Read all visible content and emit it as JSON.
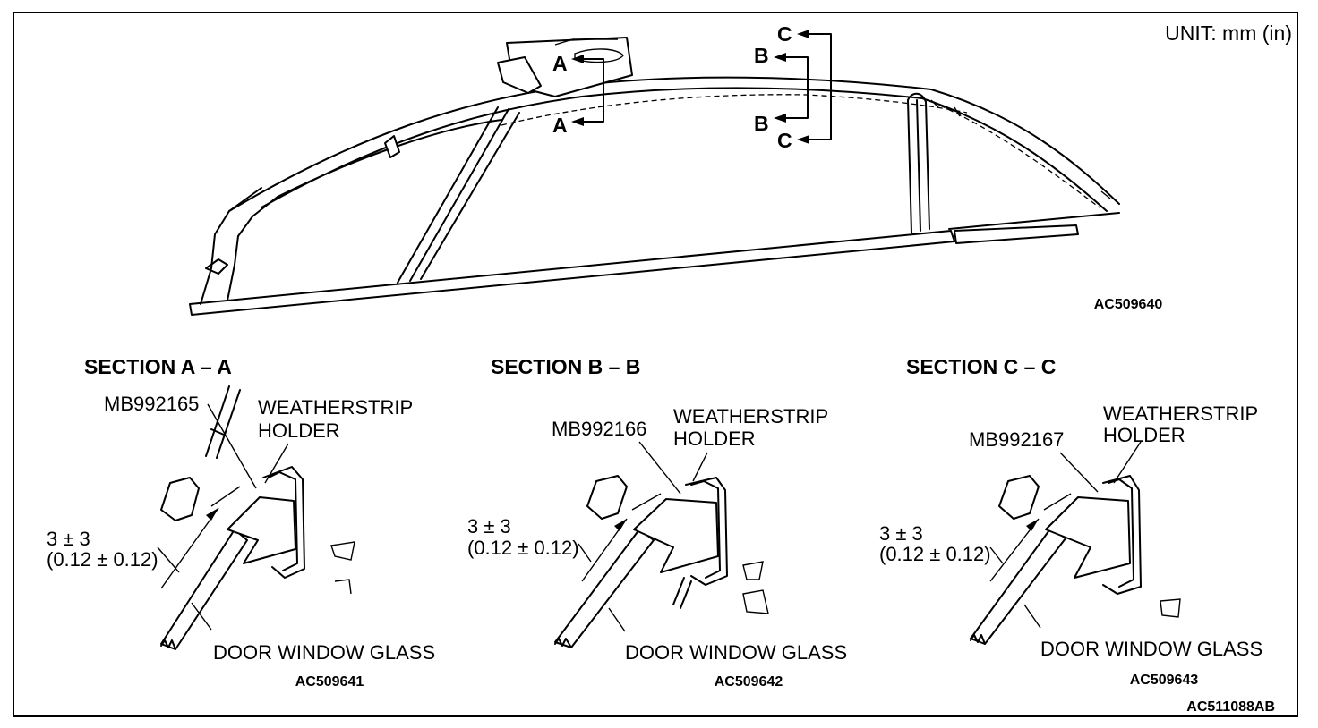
{
  "unit_label": "UNIT: mm (in)",
  "overview": {
    "figure_code": "AC509640",
    "section_markers": [
      "A",
      "A",
      "B",
      "B",
      "C",
      "C"
    ]
  },
  "sections": [
    {
      "title": "SECTION A – A",
      "tool": "MB992165",
      "holder_line1": "WEATHERSTRIP",
      "holder_line2": "HOLDER",
      "clearance_line1": "3 ± 3",
      "clearance_line2": "(0.12 ± 0.12)",
      "glass": "DOOR WINDOW GLASS",
      "code": "AC509641"
    },
    {
      "title": "SECTION B – B",
      "tool": "MB992166",
      "holder_line1": "WEATHERSTRIP",
      "holder_line2": "HOLDER",
      "clearance_line1": "3 ± 3",
      "clearance_line2": "(0.12 ± 0.12)",
      "glass": "DOOR WINDOW GLASS",
      "code": "AC509642"
    },
    {
      "title": "SECTION C – C",
      "tool": "MB992167",
      "holder_line1": "WEATHERSTRIP",
      "holder_line2": "HOLDER",
      "clearance_line1": "3 ± 3",
      "clearance_line2": "(0.12 ± 0.12)",
      "glass": "DOOR WINDOW GLASS",
      "code": "AC509643"
    }
  ],
  "document_code": "AC511088AB"
}
